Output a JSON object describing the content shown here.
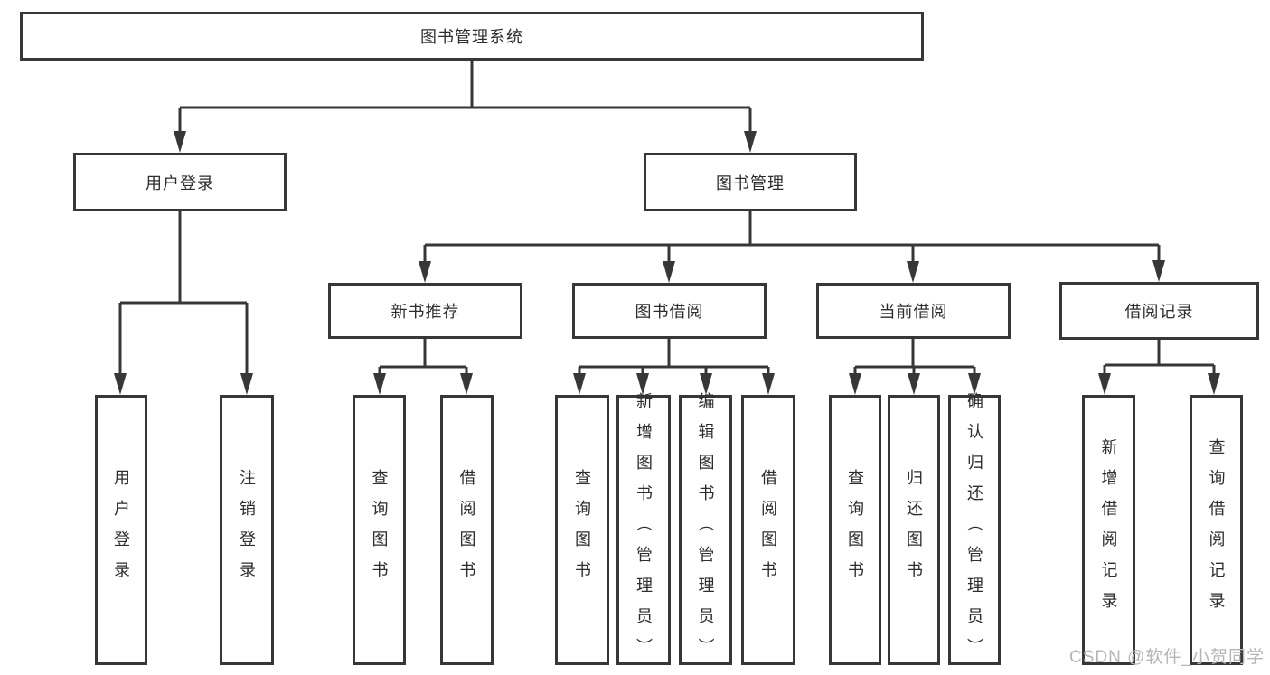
{
  "diagram": {
    "title_node": "图书管理系统",
    "level2": {
      "user_login": "用户登录",
      "book_management": "图书管理"
    },
    "level3": {
      "new_book_recommend": "新书推荐",
      "book_borrowing": "图书借阅",
      "current_borrowing": "当前借阅",
      "borrowing_records": "借阅记录"
    },
    "leaves": {
      "user_login": "用户登录",
      "logout": "注销登录",
      "query_books_recommend": "查询图书",
      "borrow_books_recommend": "借阅图书",
      "query_books_borrowing": "查询图书",
      "add_books_admin": "新增图书（管理员）",
      "edit_books_admin": "编辑图书（管理员）",
      "borrow_books_borrowing": "借阅图书",
      "query_books_current": "查询图书",
      "return_books": "归还图书",
      "confirm_return_admin": "确认归还（管理员）",
      "add_borrowing_record": "新增借阅记录",
      "query_borrowing_record": "查询借阅记录"
    },
    "colors": {
      "line": "#373737",
      "text": "#2d2d2d",
      "background": "#ffffff",
      "watermark": "#b5b5b5"
    }
  },
  "watermark_text": "CSDN @软件_小贺同学"
}
